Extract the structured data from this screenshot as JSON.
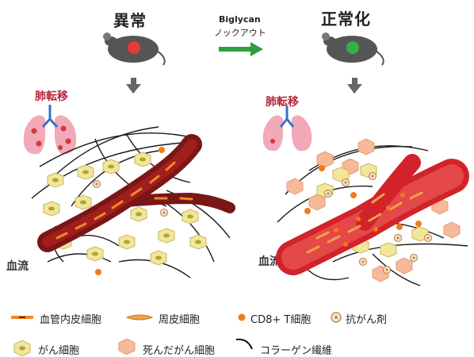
{
  "header": {
    "left_title": "異常",
    "right_title": "正常化",
    "arrow_top_label": "Biglycan",
    "arrow_bottom_label": "ノックアウト"
  },
  "panels": {
    "left": {
      "organ_label": "肺転移",
      "flow_label": "血流"
    },
    "right": {
      "organ_label": "肺転移",
      "flow_label": "血流"
    }
  },
  "legend": {
    "endothelial": "血管内皮細胞",
    "pericyte": "周皮細胞",
    "cd8": "CD8+ T細胞",
    "drug": "抗がん剤",
    "cancer": "がん細胞",
    "dead_cancer": "死んだがん細胞",
    "collagen": "コラーゲン繊維"
  },
  "colors": {
    "tumor_spot_left": "#e23b3b",
    "tumor_spot_right": "#2fb24a",
    "vessel_dark": "#7a1616",
    "vessel_red": "#d2232a",
    "endothelial_orange": "#f08a24",
    "cancer_yellow": "#f3e59a",
    "dead_cancer_peach": "#f6b99a",
    "cd8_orange": "#f07a1a",
    "arrow_green": "#2f9e3e"
  }
}
